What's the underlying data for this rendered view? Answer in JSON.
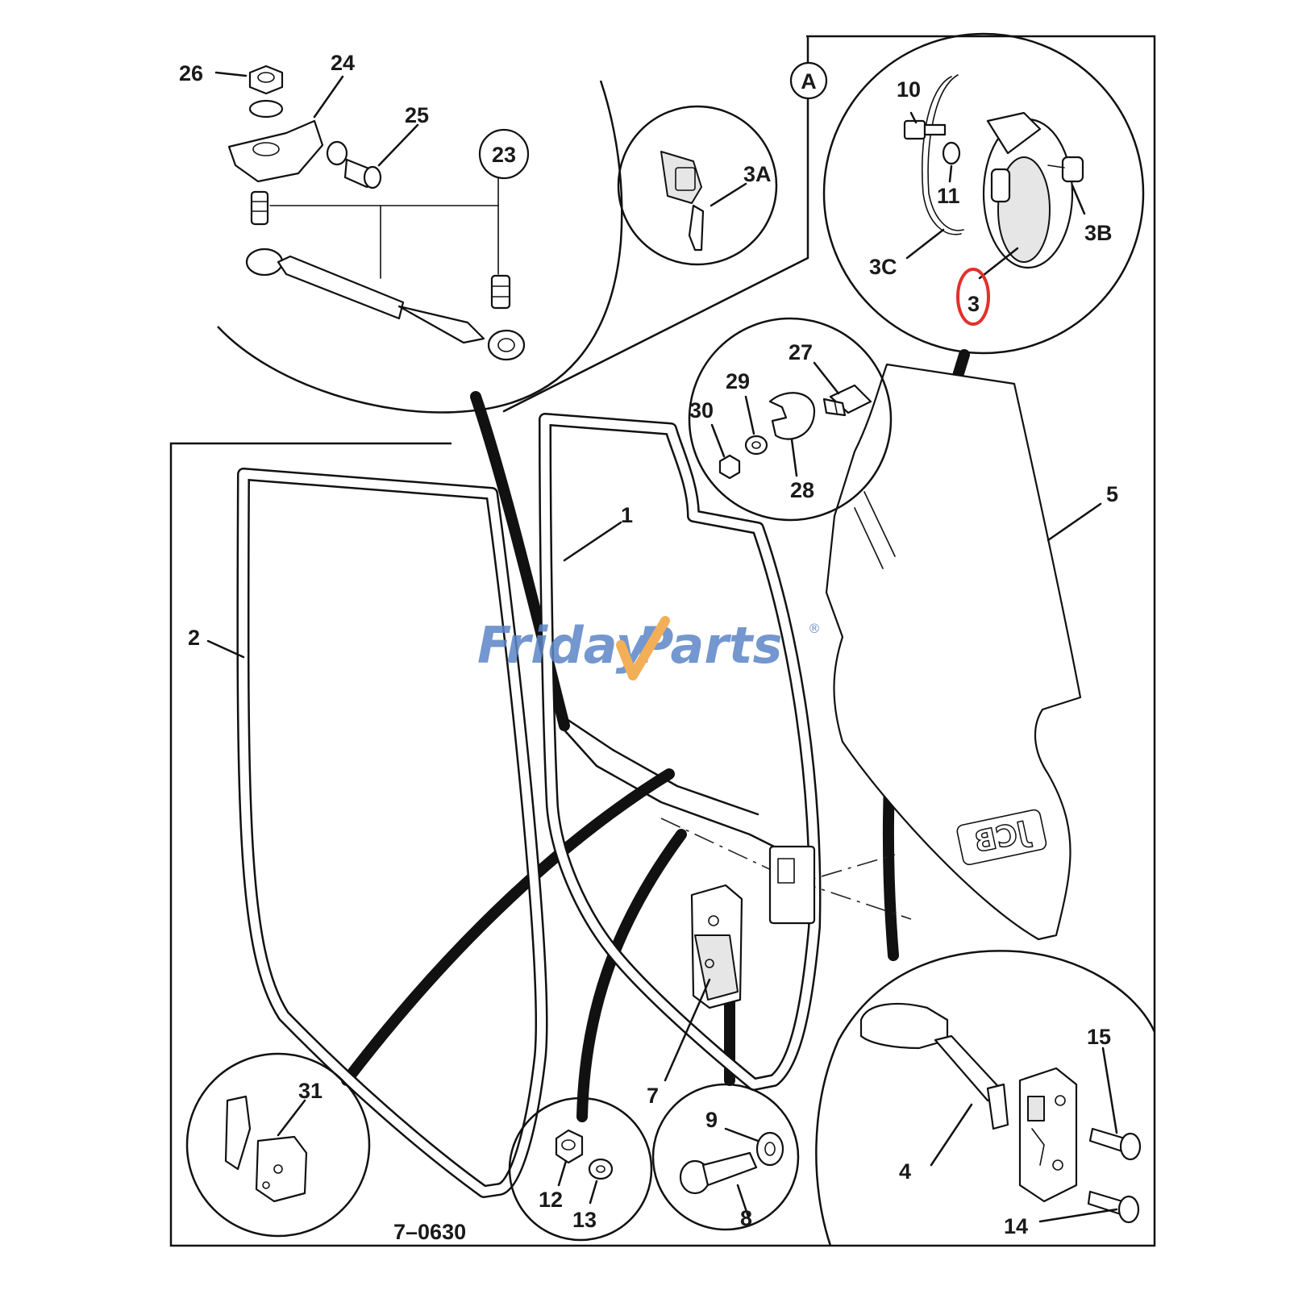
{
  "diagram": {
    "callouts": {
      "c1": "1",
      "c2": "2",
      "c3": "3",
      "c3a": "3A",
      "c3b": "3B",
      "c3c": "3C",
      "c4": "4",
      "c5": "5",
      "c7": "7",
      "c8": "8",
      "c9": "9",
      "c10": "10",
      "c11": "11",
      "c12": "12",
      "c13": "13",
      "c14": "14",
      "c15": "15",
      "c23": "23",
      "c24": "24",
      "c25": "25",
      "c26": "26",
      "c27": "27",
      "c28": "28",
      "c29": "29",
      "c30": "30",
      "c31": "31",
      "cA": "A"
    },
    "drawing_number": "7–0630",
    "highlight_color": "#e0322b"
  },
  "watermark": {
    "part1": "Friday",
    "part2": "Parts",
    "mark": "®",
    "color_blue": "#5b86c6",
    "color_orange": "#f0a23a"
  },
  "logo_text": "JCB"
}
